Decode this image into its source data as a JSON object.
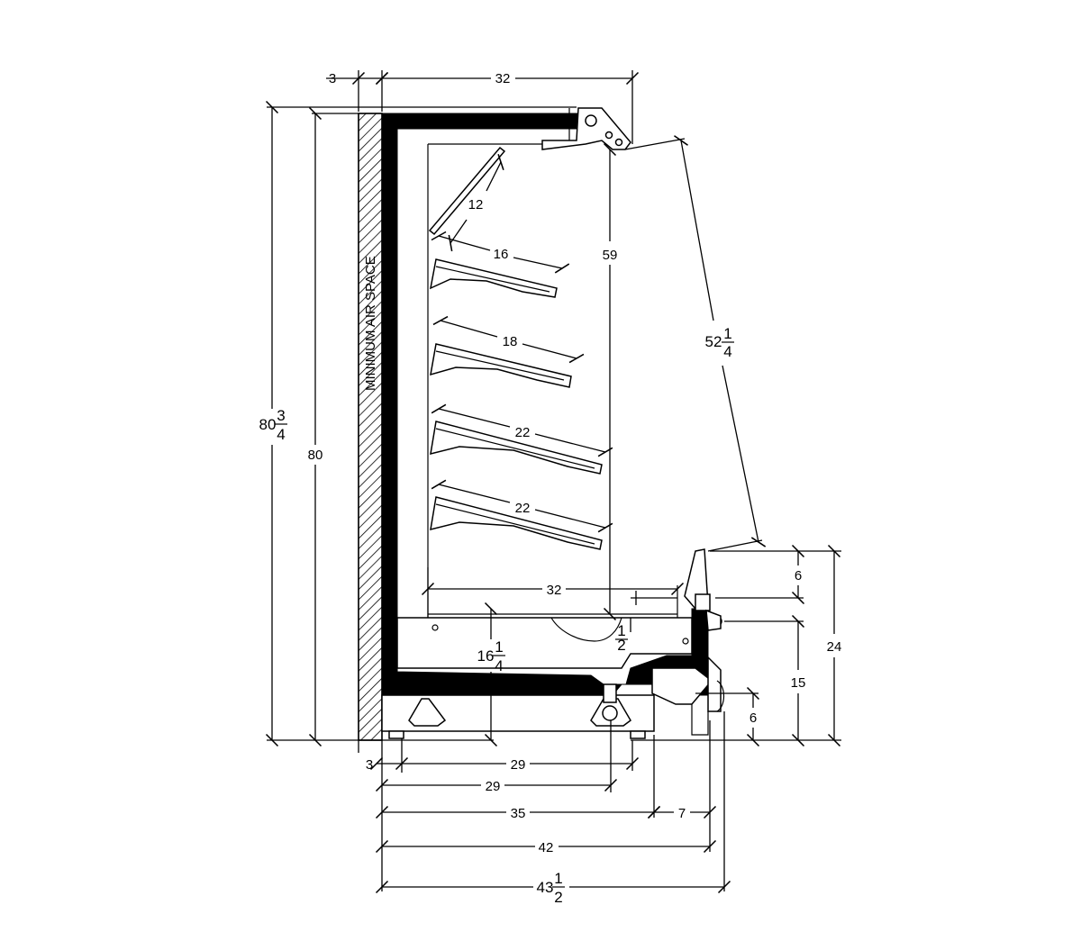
{
  "labels": {
    "air_space": "MINIMUM AIR SPACE"
  },
  "dims": {
    "top_wall_gap": "3",
    "top_depth": "32",
    "shelf_top_angled": "12",
    "shelf1": "16",
    "shelf2": "18",
    "shelf3": "22",
    "shelf4": "22",
    "interior_height": "59",
    "front_opening": {
      "whole": "52",
      "num": "1",
      "den": "4"
    },
    "overall_height_outer": {
      "whole": "80",
      "num": "3",
      "den": "4"
    },
    "overall_height_inner": "80",
    "deck_depth": "32",
    "deck_height": {
      "whole": "16",
      "num": "1",
      "den": "4"
    },
    "half_inch": {
      "num": "1",
      "den": "2"
    },
    "front_top": "6",
    "front_mid": "15",
    "front_total": "24",
    "front_bottom": "6",
    "base_wall_gap": "3",
    "base_29a": "29",
    "base_29b": "29",
    "base_35": "35",
    "base_7": "7",
    "base_42": "42",
    "overall_depth": {
      "whole": "43",
      "num": "1",
      "den": "2"
    }
  }
}
